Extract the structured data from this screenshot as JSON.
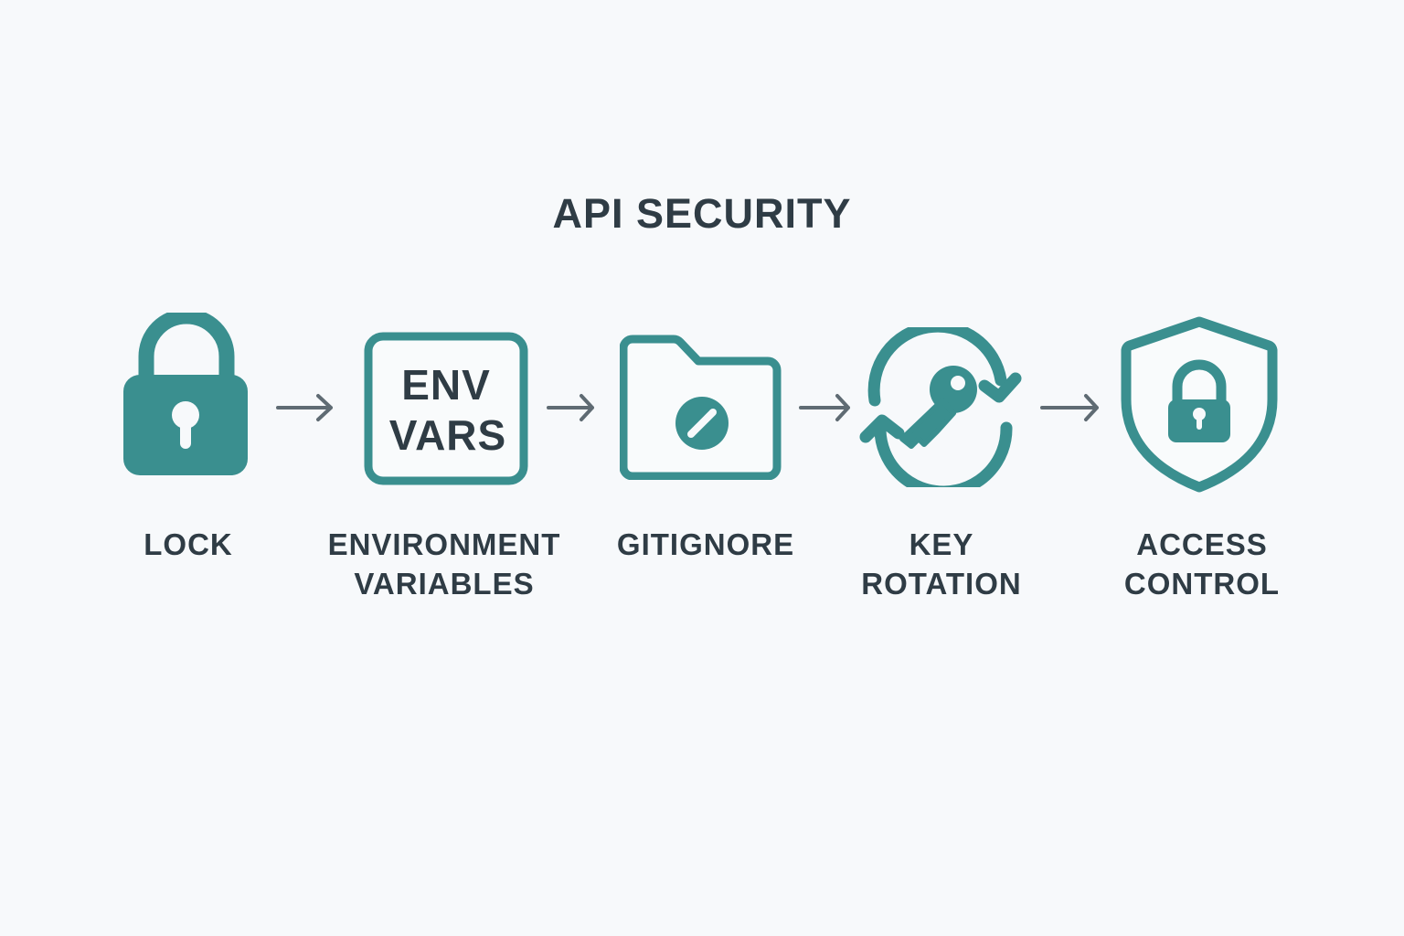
{
  "title": "API SECURITY",
  "colors": {
    "accent": "#3a8f8f",
    "text": "#2f3c45",
    "arrow": "#5f6b73",
    "background": "#f7f9fb"
  },
  "steps": [
    {
      "icon": "padlock-icon",
      "label_lines": [
        "LOCK"
      ]
    },
    {
      "icon": "env-vars-box-icon",
      "icon_text": [
        "ENV",
        "VARS"
      ],
      "label_lines": [
        "ENVIRONMENT",
        "VARIABLES"
      ]
    },
    {
      "icon": "folder-blocked-icon",
      "label_lines": [
        "GITIGNORE"
      ]
    },
    {
      "icon": "key-rotation-icon",
      "label_lines": [
        "KEY",
        "ROTATION"
      ]
    },
    {
      "icon": "shield-lock-icon",
      "label_lines": [
        "ACCESS",
        "CONTROL"
      ]
    }
  ],
  "connector": "arrow-right-icon"
}
